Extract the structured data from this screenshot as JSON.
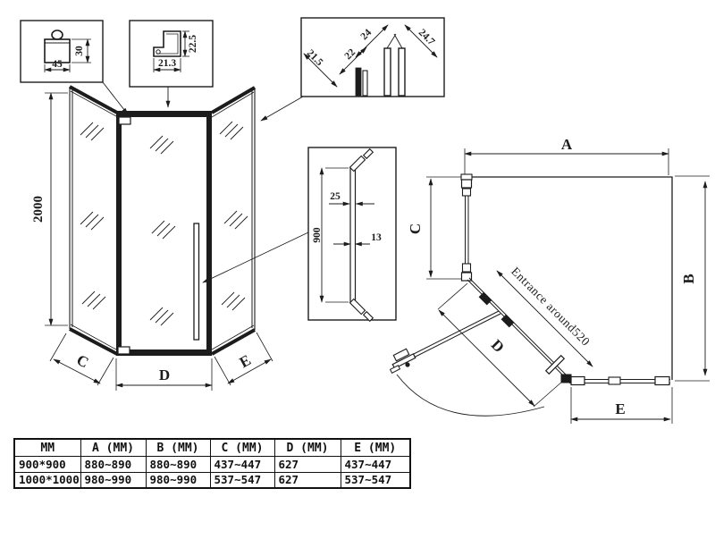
{
  "detail_boxes": {
    "top_profile": {
      "width": "45",
      "height": "30"
    },
    "corner_profile": {
      "width": "21.3",
      "height": "22.5"
    },
    "glass_section": {
      "dims": [
        "21.5",
        "22",
        "24",
        "24.7"
      ]
    }
  },
  "elevation": {
    "height": "2000",
    "left_panel": "C",
    "door": "D",
    "right_panel": "E"
  },
  "handle_detail": {
    "end_width": "25",
    "length": "900",
    "bar_width": "13"
  },
  "plan": {
    "top": "A",
    "right": "B",
    "left": "C",
    "door": "D",
    "bottom": "E",
    "entrance": "Entrance around520"
  },
  "table": {
    "headers": [
      "MM",
      "A (MM)",
      "B (MM)",
      "C (MM)",
      "D (MM)",
      "E (MM)"
    ],
    "rows": [
      [
        "900*900",
        "880~890",
        "880~890",
        "437~447",
        "627",
        "437~447"
      ],
      [
        "1000*1000",
        "980~990",
        "980~990",
        "537~547",
        "627",
        "537~547"
      ]
    ]
  },
  "colors": {
    "ink": "#1c1c1c",
    "background": "#ffffff"
  }
}
